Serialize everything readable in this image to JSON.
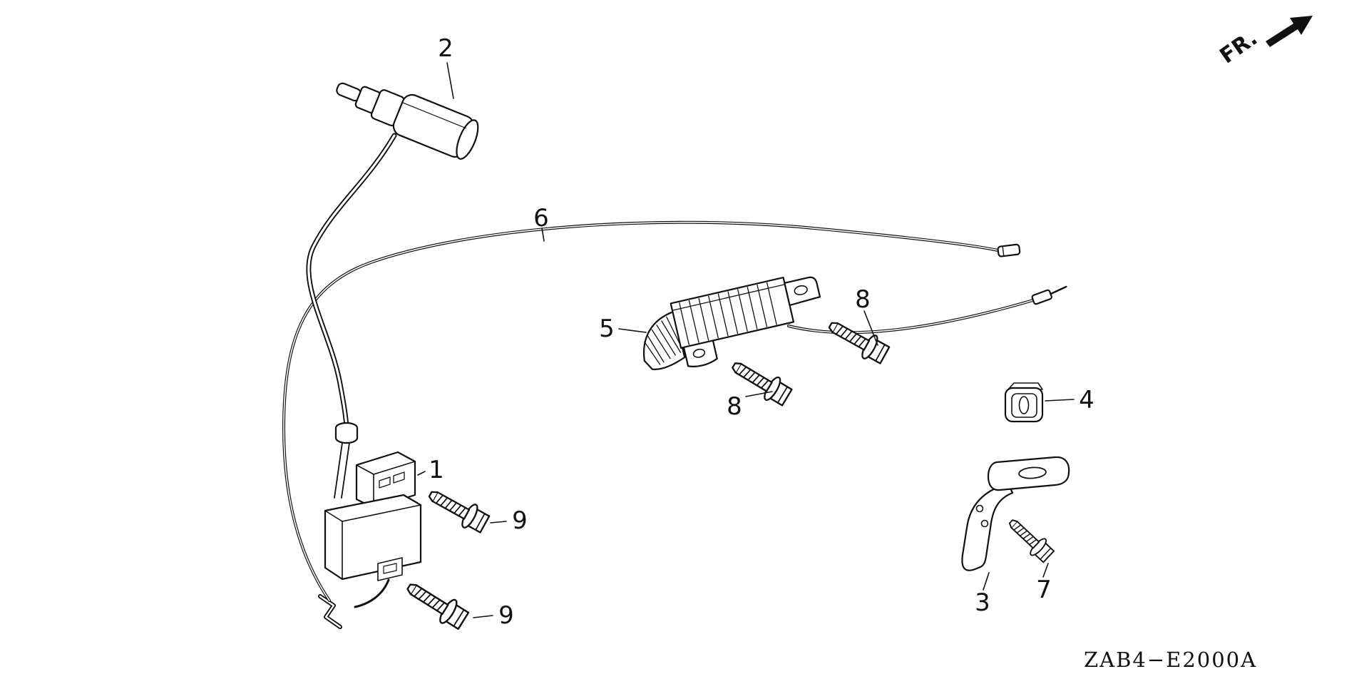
{
  "diagram": {
    "part_code": "ZAB4−E2000A",
    "direction_label": "FR.",
    "colors": {
      "ink": "#111111",
      "paper": "#ffffff"
    },
    "callouts": [
      {
        "label": "2",
        "part": "spark-plug-cap"
      },
      {
        "label": "6",
        "part": "throttle-cable"
      },
      {
        "label": "5",
        "part": "control-assembly"
      },
      {
        "label": "8",
        "part": "flange-bolt-upper"
      },
      {
        "label": "8",
        "part": "flange-bolt-lower"
      },
      {
        "label": "4",
        "part": "cable-clip"
      },
      {
        "label": "1",
        "part": "ignition-coil"
      },
      {
        "label": "9",
        "part": "coil-bolt-upper"
      },
      {
        "label": "9",
        "part": "coil-bolt-lower"
      },
      {
        "label": "3",
        "part": "cable-bracket"
      },
      {
        "label": "7",
        "part": "bracket-bolt"
      }
    ]
  }
}
